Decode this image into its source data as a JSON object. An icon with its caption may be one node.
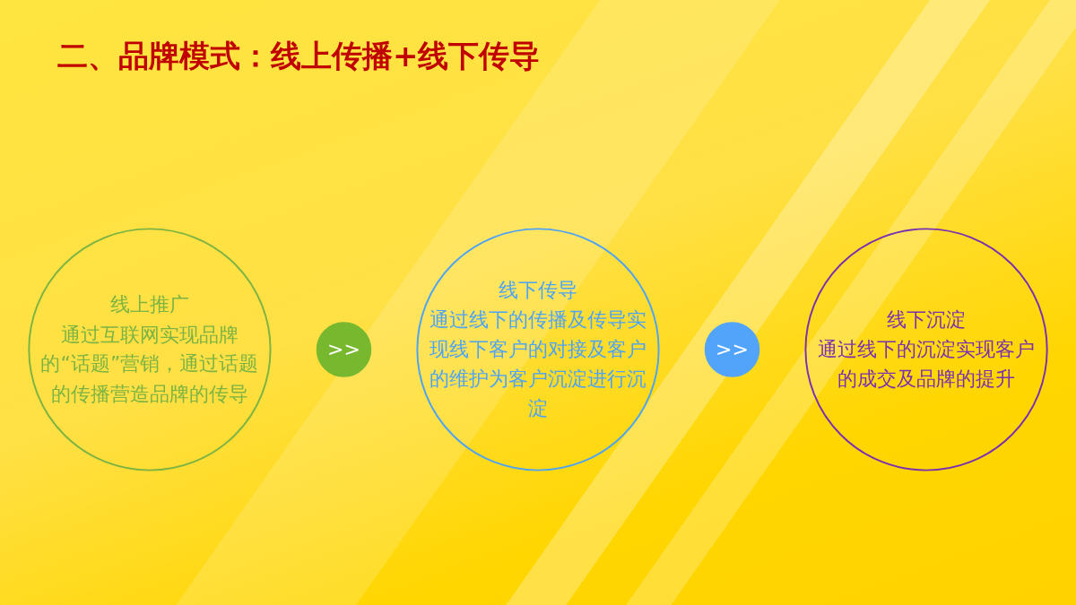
{
  "diagram": {
    "title": "二、品牌模式：线上传播+线下传导",
    "nodes": [
      {
        "text": [
          "线上推广",
          "通过互联网实现品牌的“话题”营销，通过话题的传播营造品牌的传导"
        ]
      },
      {
        "text": [
          ">>"
        ]
      },
      {
        "text": [
          "线下传导",
          "通过线下的传播及传导实现线下客户的对接及客户的维护为客户沉淀进行沉淀"
        ]
      },
      {
        "text": [
          ">>"
        ]
      },
      {
        "text": [
          "线下沉淀",
          "通过线下的沉淀实现客户的成交及品牌的提升"
        ]
      }
    ]
  }
}
